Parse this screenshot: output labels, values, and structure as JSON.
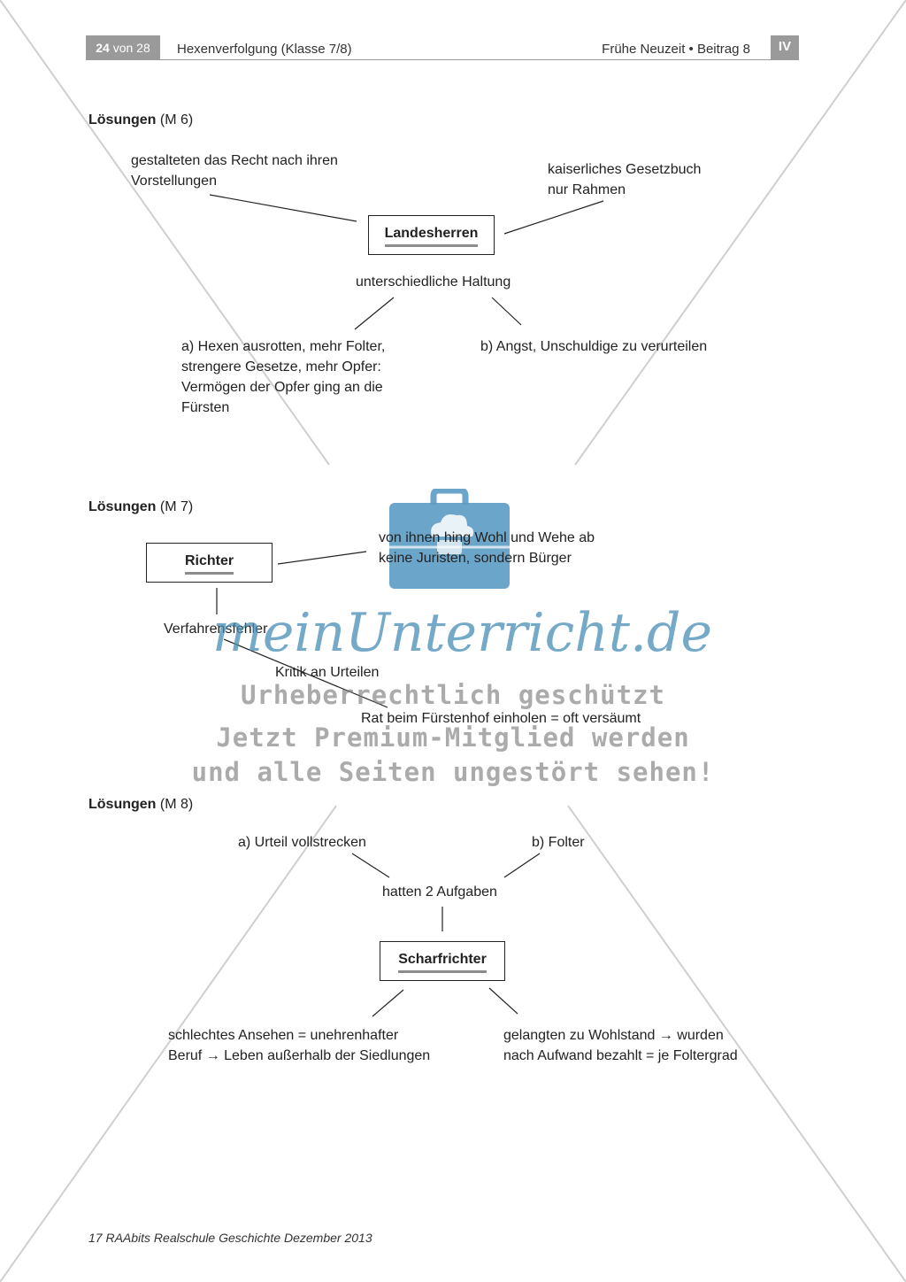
{
  "header": {
    "page_number": "24",
    "page_total": "von 28",
    "title": "Hexenverfolgung (Klasse 7/8)",
    "series": "Frühe Neuzeit • Beitrag 8",
    "volume": "IV"
  },
  "m6": {
    "heading": "Lösungen",
    "material": "(M 6)",
    "box": "Landesherren",
    "top_left": [
      "gestalteten das Recht nach ihren",
      "Vorstellungen"
    ],
    "top_right": [
      "kaiserliches Gesetzbuch",
      "nur Rahmen"
    ],
    "middle": "unterschiedliche Haltung",
    "bottom_left": [
      "a) Hexen ausrotten, mehr Folter,",
      "strengere Gesetze, mehr Opfer:",
      "Vermögen der Opfer ging an die",
      "Fürsten"
    ],
    "bottom_right": "b) Angst, Unschuldige zu verurteilen"
  },
  "m7": {
    "heading": "Lösungen",
    "material": "(M 7)",
    "box": "Richter",
    "right_1": "von ihnen hing Wohl und Wehe ab",
    "right_2": "keine Juristen, sondern Bürger",
    "below": "Verfahrensfehler",
    "sub_1": "Kritik an Urteilen",
    "sub_2": "Rat beim Fürstenhof einholen = oft versäumt"
  },
  "m8": {
    "heading": "Lösungen",
    "material": "(M 8)",
    "top_left": "a) Urteil vollstrecken",
    "top_right": "b) Folter",
    "middle": "hatten 2 Aufgaben",
    "box": "Scharfrichter",
    "bottom_left": [
      "schlechtes Ansehen = unehrenhafter",
      "Beruf →  Leben außerhalb der Siedlungen"
    ],
    "bottom_right": [
      "gelangten zu Wohlstand → wurden",
      "nach Aufwand bezahlt = je Foltergrad"
    ]
  },
  "watermark": {
    "brand": "meinUnterricht.de",
    "line1": "Urheberrechtlich geschützt",
    "line2": "Jetzt Premium-Mitglied werden",
    "line3": "und alle Seiten ungestört sehen!",
    "colors": {
      "bag": "#5b9bc4",
      "text": "#8a8a8a",
      "cross": "#cfcfcf"
    }
  },
  "footer": "17 RAAbits Realschule Geschichte Dezember 2013"
}
